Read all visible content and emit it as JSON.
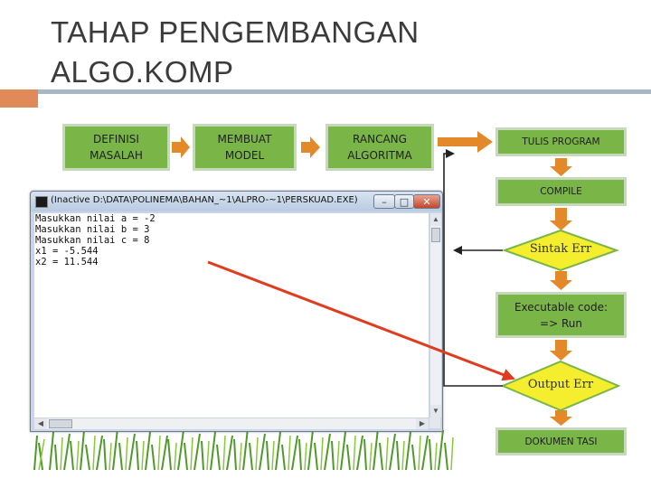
{
  "slide": {
    "title_line1": "TAHAP PENGEMBANGAN",
    "title_line2": "ALGO.KOMP"
  },
  "flow": {
    "definisi": "DEFINISI\nMASALAH",
    "membuat": "MEMBUAT\nMODEL",
    "rancang": "RANCANG\nALGORITMA",
    "tulis": "TULIS PROGRAM",
    "compile": "COMPILE",
    "sintak": "Sintak Err",
    "executable": "Executable code:\n=> Run",
    "output": "Output Err",
    "dokumen": "DOKUMEN TASI"
  },
  "console": {
    "title": "(Inactive D:\\DATA\\POLINEMA\\BAHAN_~1\\ALPRO-~1\\PERSKUAD.EXE)",
    "lines": [
      "Masukkan nilai a = -2",
      "Masukkan nilai b = 3",
      "Masukkan nilai c = 8",
      "x1 = -5.544",
      "x2 = 11.544"
    ]
  },
  "colors": {
    "box_fill": "#7ab548",
    "diamond_fill": "#f4ee2e",
    "arrow_orange": "#e4892a",
    "arrow_red": "#e03c1f",
    "accent": "#e08a5a"
  }
}
